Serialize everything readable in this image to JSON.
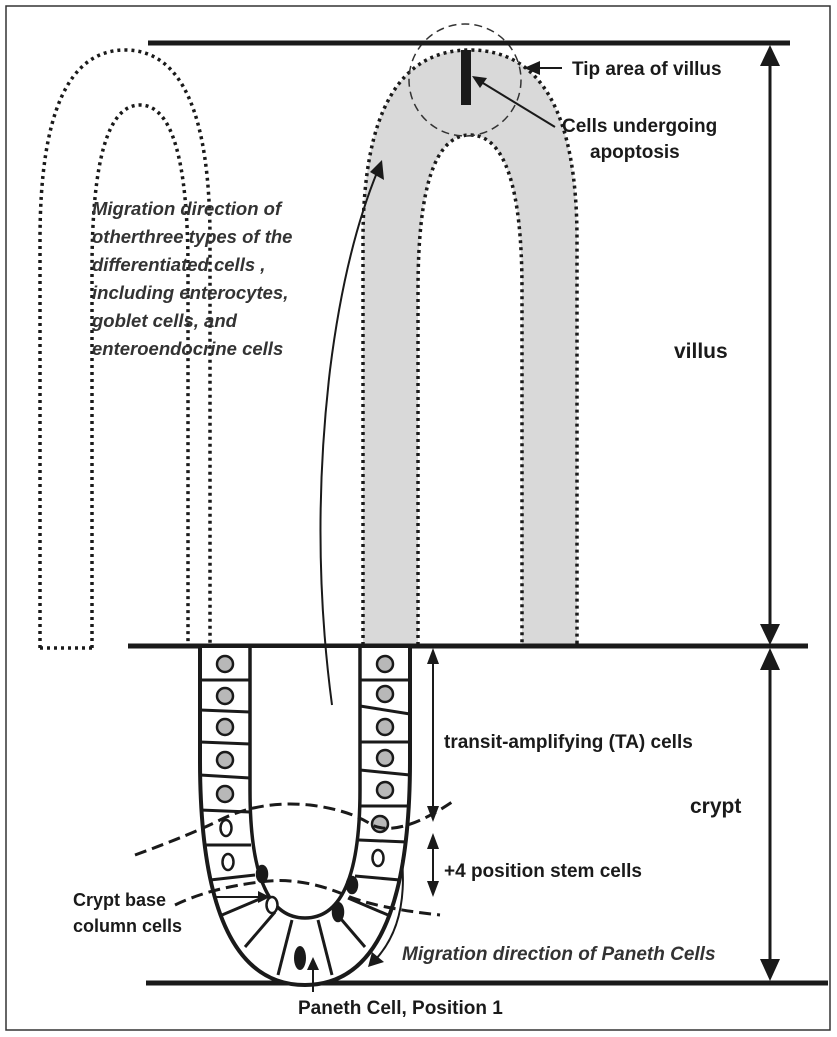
{
  "labels": {
    "tip_area": "Tip area of villus",
    "apoptosis_line1": "Cells undergoing",
    "apoptosis_line2": "apoptosis",
    "villus": "villus",
    "crypt": "crypt",
    "ta_cells": "transit-amplifying (TA) cells",
    "stem_cells": "+4 position stem cells",
    "crypt_base_line1": "Crypt base",
    "crypt_base_line2": "column cells",
    "paneth_migration": "Migration direction of Paneth Cells",
    "paneth_position": "Paneth Cell, Position 1",
    "migration_other": [
      "Migration direction of",
      "otherthree  types of the",
      "differentiated  cells ,",
      "including enterocytes,",
      "goblet cells,  and",
      "enteroendocrine cells"
    ]
  },
  "colors": {
    "line": "#1a1a1a",
    "villus_fill": "#d9d9d9",
    "cell_nucleus_grey": "#b8b8b8",
    "text": "#1a1a1a"
  }
}
